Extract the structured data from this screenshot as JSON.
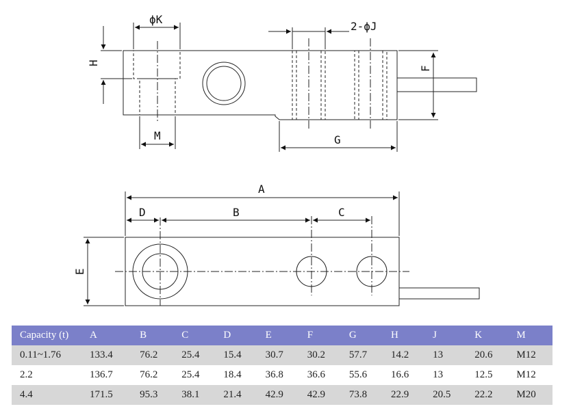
{
  "drawing_labels": {
    "phi_k": "ϕK",
    "two_phi_j": "2-ϕJ",
    "h": "H",
    "f": "F",
    "m": "M",
    "g": "G",
    "a": "A",
    "b": "B",
    "c": "C",
    "d": "D",
    "e": "E"
  },
  "table": {
    "headers": [
      "Capacity (t)",
      "A",
      "B",
      "C",
      "D",
      "E",
      "F",
      "G",
      "H",
      "J",
      "K",
      "M"
    ],
    "rows": [
      [
        "0.11~1.76",
        "133.4",
        "76.2",
        "25.4",
        "15.4",
        "30.7",
        "30.2",
        "57.7",
        "14.2",
        "13",
        "20.6",
        "M12"
      ],
      [
        "2.2",
        "136.7",
        "76.2",
        "25.4",
        "18.4",
        "36.8",
        "36.6",
        "55.6",
        "16.6",
        "13",
        "12.5",
        "M12"
      ],
      [
        "4.4",
        "171.5",
        "95.3",
        "38.1",
        "21.4",
        "42.9",
        "42.9",
        "73.8",
        "22.9",
        "20.5",
        "22.2",
        "M20"
      ]
    ],
    "header_color": "#7b80c9",
    "shade_color": "#d7d7d7"
  }
}
